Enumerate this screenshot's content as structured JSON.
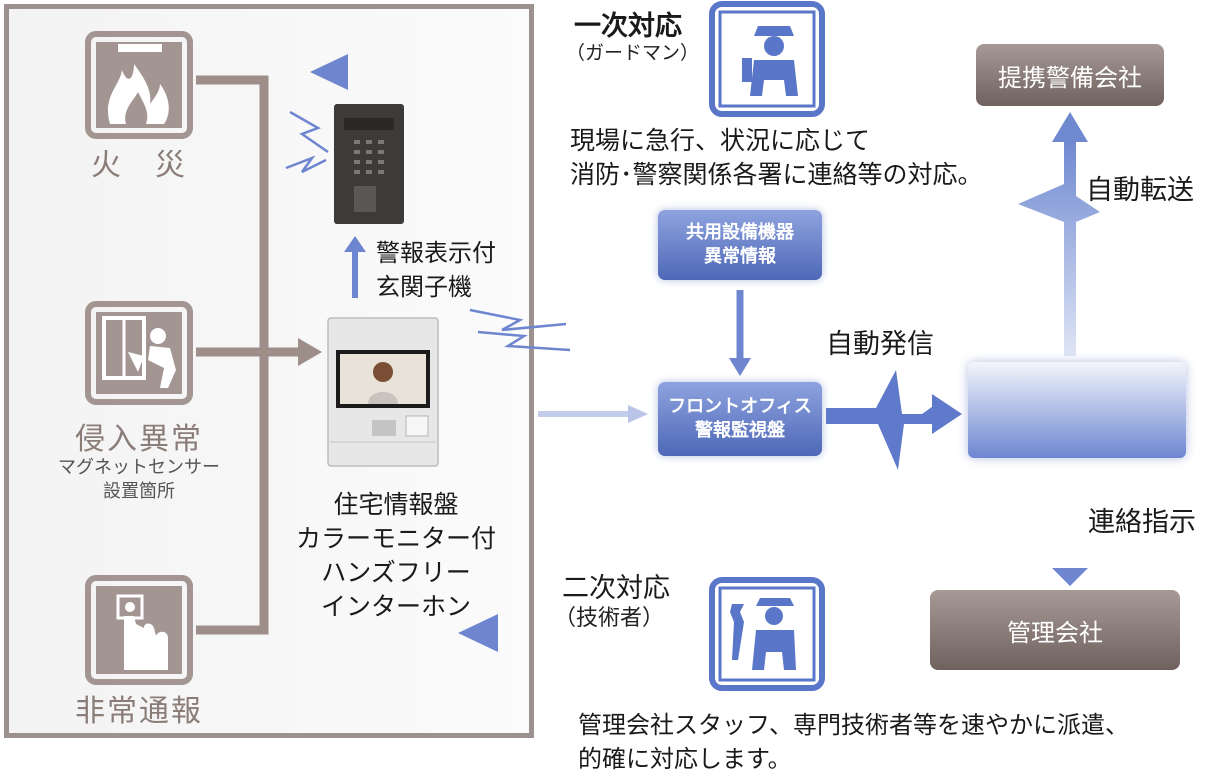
{
  "left_panel": {
    "fire": {
      "label": "火　災"
    },
    "intrusion": {
      "label": "侵入異常",
      "sub": "マグネットセンサー\n設置箇所"
    },
    "emergency": {
      "label": "非常通報"
    }
  },
  "primary_response": {
    "title": "一次対応",
    "sub": "（ガードマン）"
  },
  "primary_desc": "現場に急行、状況に応じて\n消防･警察関係各署に連絡等の対応。",
  "partner_security": "提携警備会社",
  "auto_transfer": "自動転送",
  "entrance": "警報表示付\n玄関子機",
  "shared_equipment": "共用設備機器\n異常情報",
  "front_office": "フロントオフィス\n警報監視盤",
  "auto_call": "自動発信",
  "home_panel": "住宅情報盤\nカラーモニター付\nハンズフリー\nインターホン",
  "contact_instruction": "連絡指示",
  "management": "管理会社",
  "secondary_response": {
    "title": "二次対応",
    "sub": "（技術者）"
  },
  "secondary_desc": "管理会社スタッフ、専門技術者等を速やかに派遣、\n的確に対応します。",
  "colors": {
    "blue_arrow": "#6d86cf",
    "brown_line": "#9d8e8a",
    "icon_blue": "#5a76c8",
    "icon_brown": "#a39692"
  }
}
